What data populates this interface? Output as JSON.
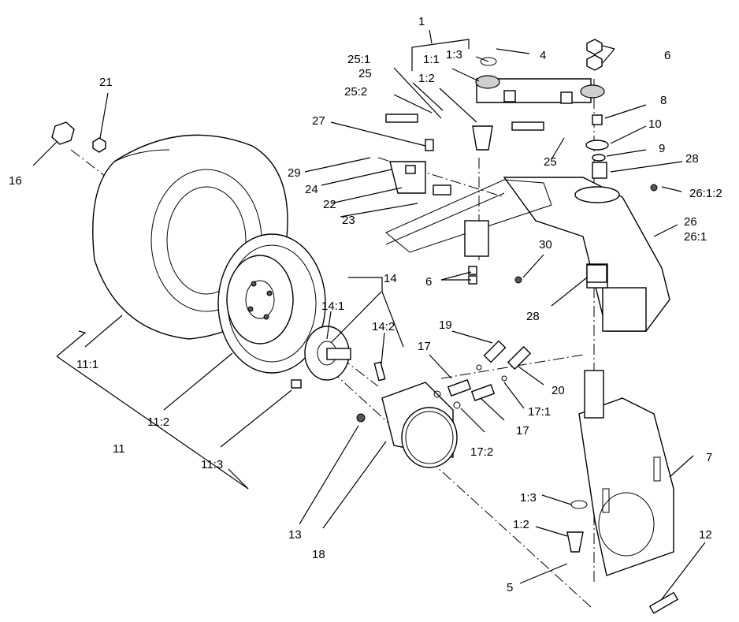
{
  "labels": {
    "l1": "1",
    "l1_3a": "1:3",
    "l4": "4",
    "l6a": "6",
    "l25_1": "25:1",
    "l1_1": "1:1",
    "l25a": "25",
    "l1_2a": "1:2",
    "l25_2": "25:2",
    "l8": "8",
    "l21": "21",
    "l27": "27",
    "l10": "10",
    "l9": "9",
    "l28a": "28",
    "l25b": "25",
    "l29": "29",
    "l24": "24",
    "l26_1_2": "26:1:2",
    "l22": "22",
    "l16": "16",
    "l23": "23",
    "l26": "26",
    "l26_1": "26:1",
    "l30": "30",
    "l14": "14",
    "l6b": "6",
    "l28b": "28",
    "l14_1": "14:1",
    "l19": "19",
    "l14_2": "14:2",
    "l17a": "17",
    "l11_1": "11:1",
    "l20": "20",
    "l17_1": "17:1",
    "l11_2": "11:2",
    "l17b": "17",
    "l11": "11",
    "l17_2": "17:2",
    "l11_3": "11:3",
    "l7": "7",
    "l1_3b": "1:3",
    "l12": "12",
    "l1_2b": "1:2",
    "l13": "13",
    "l18": "18",
    "l5": "5"
  }
}
